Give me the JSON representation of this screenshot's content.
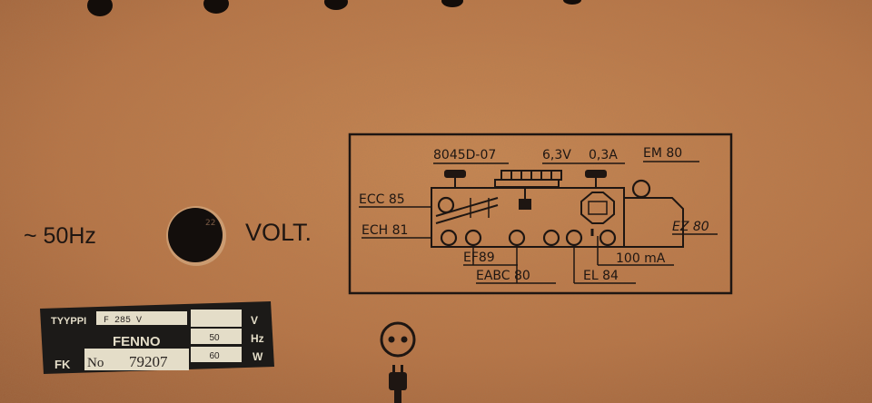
{
  "back_panel": {
    "mains_frequency": "~ 50Hz",
    "voltage_label": "VOLT.",
    "selector_number": "22"
  },
  "tube_layout": {
    "top_labels": [
      "8045D-07",
      "6,3V",
      "0,3A",
      "EM 80"
    ],
    "left_labels": [
      "ECC 85",
      "ECH 81"
    ],
    "right_label": "EZ 80",
    "bottom_labels": [
      "EF89",
      "EABC 80",
      "EL 84",
      "100 mA"
    ]
  },
  "rating_plate": {
    "type_label": "TYYPPI",
    "type_value": "F 285 V",
    "brand": "FENNO",
    "serial_prefix": "FK",
    "number_label": "No",
    "serial_number": "79207",
    "values": [
      "",
      "50",
      "60"
    ],
    "units": [
      "V",
      "Hz",
      "W"
    ]
  },
  "colors": {
    "board": "#b97546",
    "ink": "#1e1612",
    "plate": "#1c1a18",
    "plate_cell": "#e4ddc8"
  }
}
